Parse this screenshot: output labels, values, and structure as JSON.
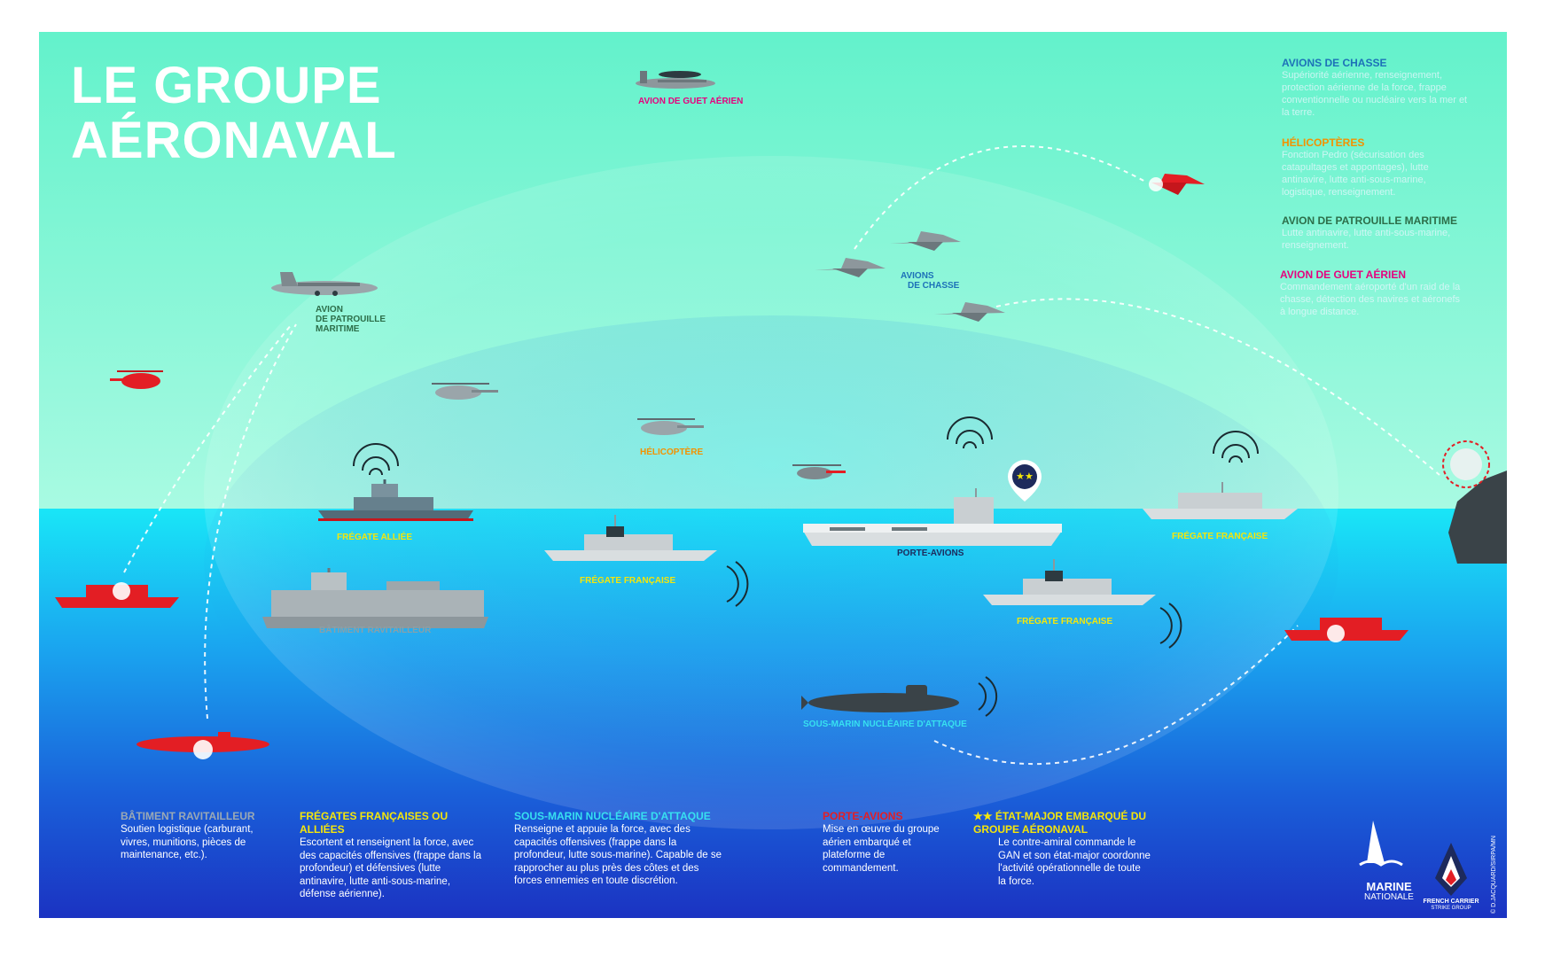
{
  "title": {
    "line1": "LE GROUPE",
    "line2": "AÉRONAVAL"
  },
  "colors": {
    "sky_top": "#6ff5d0",
    "sky_bottom": "#9ff8de",
    "sea_top": "#1be3f5",
    "sea_bottom": "#1a37c8",
    "enemy_red": "#e31e24",
    "label_yellow": "#f5e60a",
    "label_orange": "#f39200",
    "label_green": "#2c6e49",
    "label_blue": "#1d71b8",
    "label_pink": "#e6007e",
    "label_grey": "#8aa0a8"
  },
  "scene_labels": {
    "awacs": "AVION DE GUET AÉRIEN",
    "mpa_1": "AVION",
    "mpa_2": "DE PATROUILLE",
    "mpa_3": "MARITIME",
    "fighters_1": "AVIONS",
    "fighters_2": "DE CHASSE",
    "helicopter": "HÉLICOPTÈRE",
    "allied_frigate": "FRÉGATE ALLIÉE",
    "supply_ship": "BÂTIMENT RAVITAILLEUR",
    "french_frigate_center": "FRÉGATE FRANÇAISE",
    "carrier": "PORTE-AVIONS",
    "french_frigate_right": "FRÉGATE FRANÇAISE",
    "french_frigate_lower": "FRÉGATE FRANÇAISE",
    "submarine": "SOUS-MARIN NUCLÉAIRE D'ATTAQUE"
  },
  "legend": [
    {
      "heading": "AVIONS DE CHASSE",
      "color": "#1d71b8",
      "text": "Supériorité aérienne, renseignement, protection aérienne de la force, frappe conventionnelle ou nucléaire vers la mer et la terre."
    },
    {
      "heading": "HÉLICOPTÈRES",
      "color": "#f39200",
      "text": "Fonction Pedro (sécurisation des catapultages et appontages), lutte antinavire, lutte anti-sous-marine, logistique, renseignement."
    },
    {
      "heading": "AVION DE PATROUILLE MARITIME",
      "color": "#2c6e49",
      "text": "Lutte antinavire, lutte anti-sous-marine, renseignement."
    },
    {
      "heading": "AVION DE GUET AÉRIEN",
      "color": "#e6007e",
      "text": "Commandement aéroporté d'un raid de la chasse, détection des navires et aéronefs à longue distance."
    }
  ],
  "bottom": [
    {
      "heading": "BÂTIMENT RAVITAILLEUR",
      "color": "#9aa9b5",
      "text": "Soutien logistique (carburant, vivres, munitions, pièces de maintenance, etc.)."
    },
    {
      "heading": "FRÉGATES FRANÇAISES OU ALLIÉES",
      "color": "#f5e60a",
      "text": "Escortent et renseignent la force, avec des capacités offensives (frappe dans la profondeur) et défensives (lutte antinavire, lutte anti-sous-marine, défense aérienne)."
    },
    {
      "heading": "SOUS-MARIN NUCLÉAIRE D'ATTAQUE",
      "color": "#37e0f0",
      "text": "Renseigne et appuie la force, avec des capacités offensives (frappe dans la profondeur, lutte sous-marine). Capable de se rapprocher au plus près des côtes et des forces ennemies en toute discrétion."
    },
    {
      "heading": "PORTE-AVIONS",
      "color": "#e31e24",
      "text": "Mise en œuvre du groupe aérien embarqué et plateforme de commandement."
    },
    {
      "heading": "★★ ÉTAT-MAJOR EMBARQUÉ DU GROUPE AÉRONAVAL",
      "color": "#f5e60a",
      "text": "Le contre-amiral commande le GAN et son état-major coordonne l'activité opérationnelle de toute la force."
    }
  ],
  "logos": {
    "marine_1": "MARINE",
    "marine_2": "NATIONALE",
    "fcsg_1": "FRENCH CARRIER",
    "fcsg_2": "STRIKE GROUP"
  },
  "credit": "© D.JACQUARD/SIRPA/MN",
  "badge_stars": "★★"
}
